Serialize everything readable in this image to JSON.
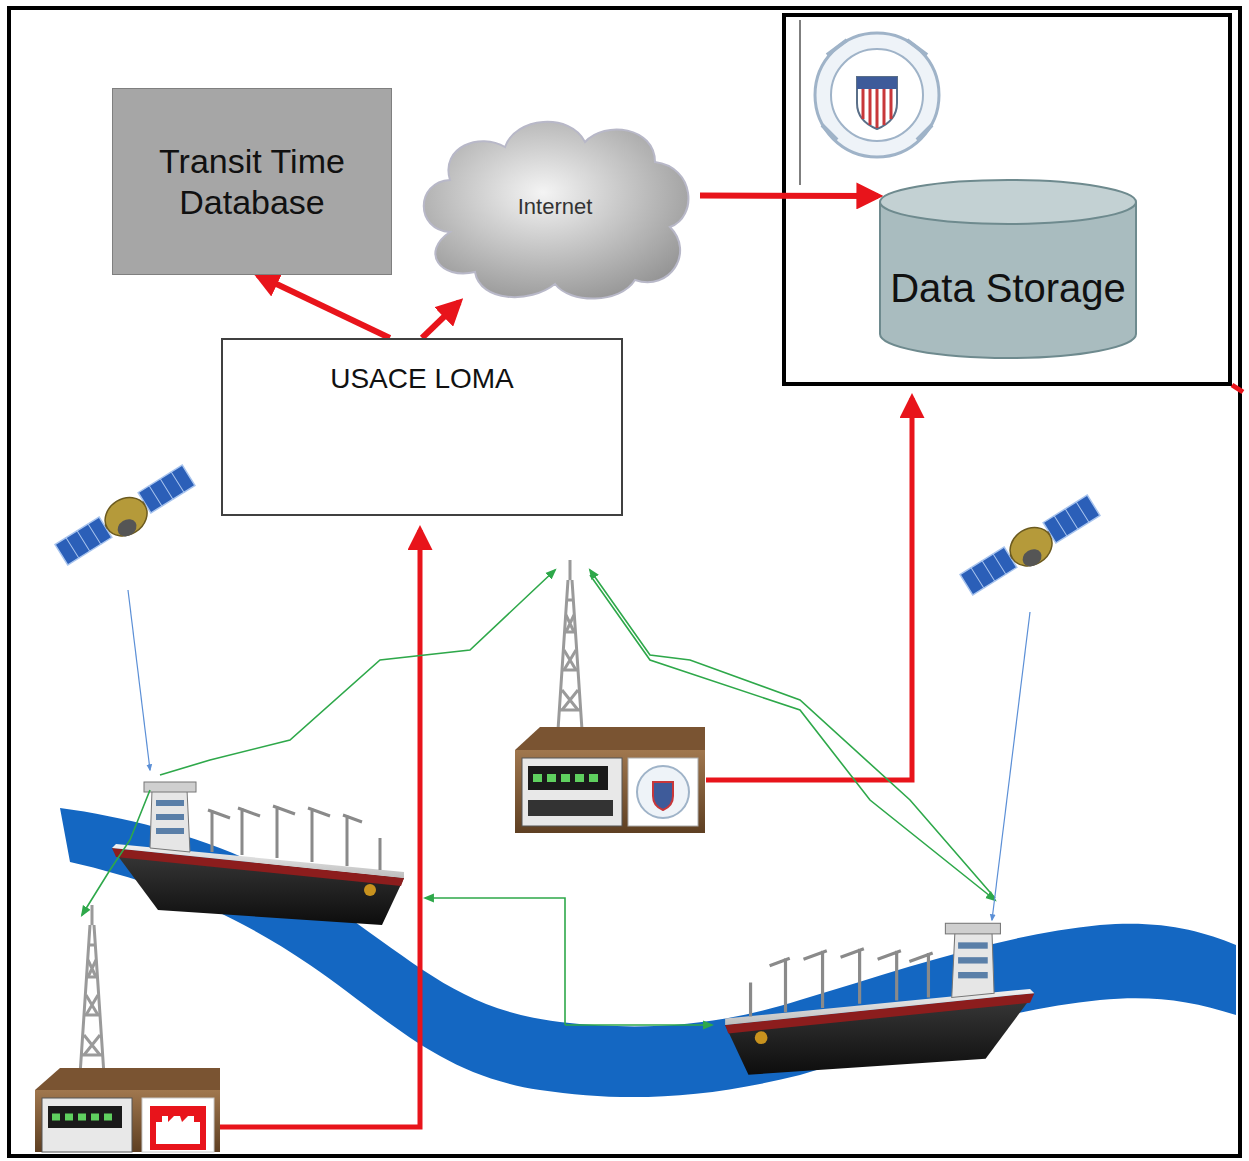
{
  "diagram": {
    "nodes": [
      {
        "text": [
          "Transit Time Database"
        ]
      },
      {
        "text": [
          "Internet"
        ]
      },
      {
        "text": [
          "USACE LOMA"
        ]
      },
      {
        "text": [
          "Data Storage"
        ]
      }
    ],
    "edges": [
      {
        "from": 2,
        "to": 0,
        "arrow": "to"
      },
      {
        "from": 2,
        "to": 1,
        "arrow": "to"
      },
      {
        "from": 1,
        "to": 3,
        "arrow": "to"
      }
    ]
  }
}
